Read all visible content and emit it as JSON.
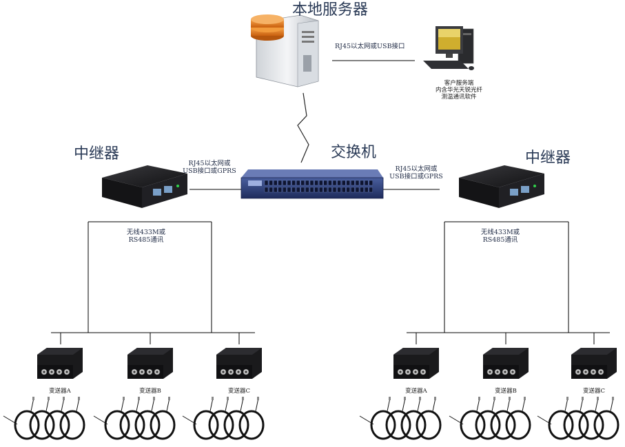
{
  "labels": {
    "server": "本地服务器",
    "switch": "交换机",
    "repeater_left": "中继器",
    "repeater_right": "中继器",
    "server_link": "RJ45以太网或USB接口",
    "client_line1": "客户服务端",
    "client_line2": "内含华光天锐光纤",
    "client_line3": "测温通讯软件",
    "left_link_line1": "RJ45以太网或",
    "left_link_line2": "USB接口或GPRS",
    "right_link_line1": "RJ45以太网或",
    "right_link_line2": "USB接口或GPRS",
    "left_wireless_line1": "无线433M或",
    "left_wireless_line2": "RS485通讯",
    "right_wireless_line1": "无线433M或",
    "right_wireless_line2": "RS485通讯"
  },
  "transmitters": [
    {
      "label": "变送器A"
    },
    {
      "label": "变送器B"
    },
    {
      "label": "变送器C"
    },
    {
      "label": "变送器A"
    },
    {
      "label": "变送器B"
    },
    {
      "label": "变送器C"
    }
  ],
  "colors": {
    "device_dark": "#1c1c1e",
    "switch_blue": "#2c3f78",
    "server_orange": "#e07a1e",
    "line": "#000000"
  }
}
